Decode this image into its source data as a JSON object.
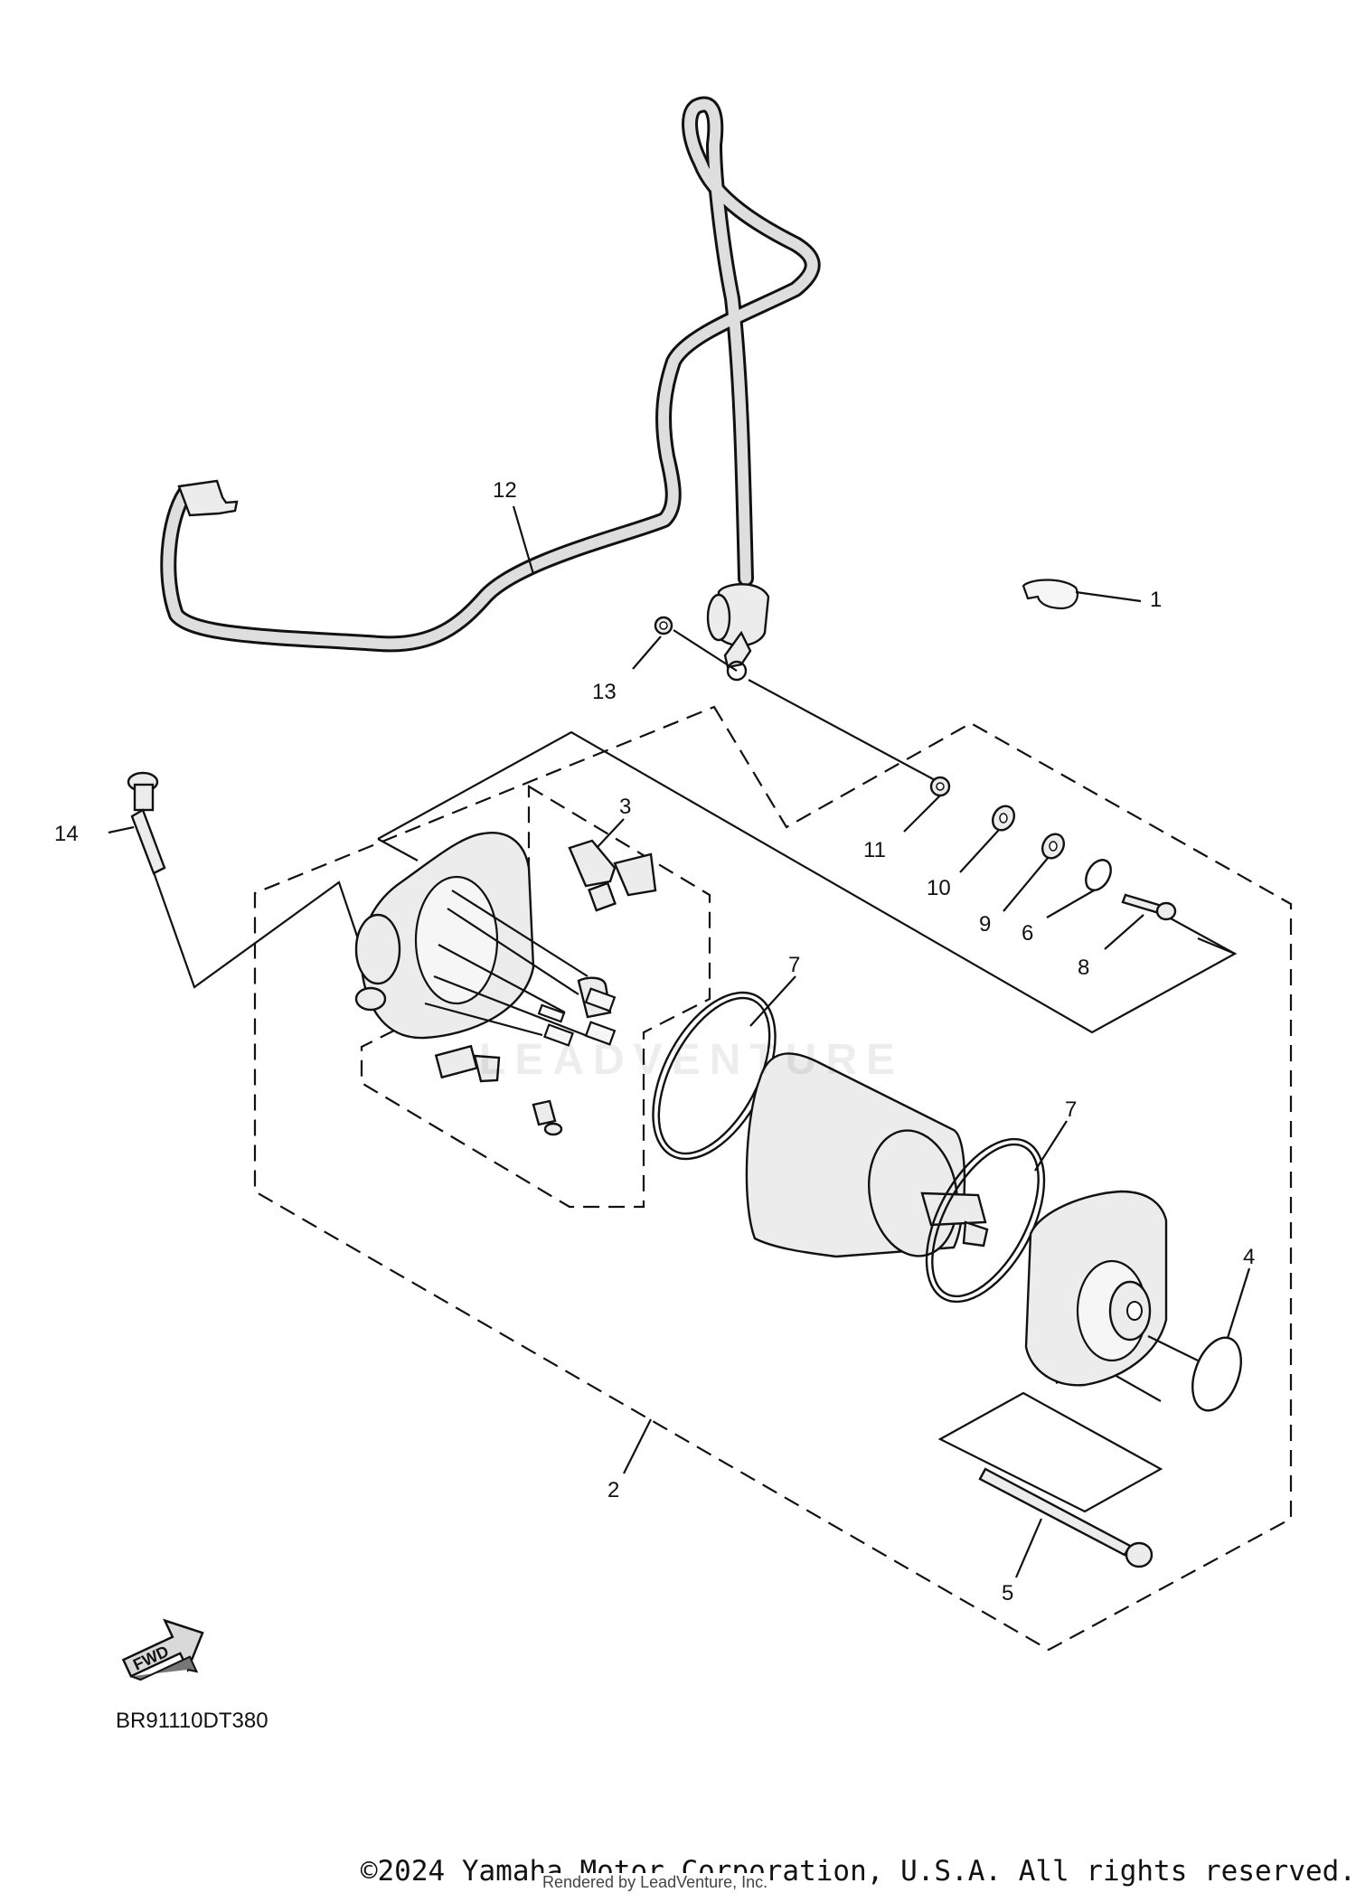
{
  "diagram_code": "BR91110DT380",
  "copyright": "©2024 Yamaha Motor Corporation, U.S.A. All rights reserved.",
  "rendered_by": "Rendered by LeadVenture, Inc.",
  "watermark_text": "LEADVENTURE",
  "fwd_label": "FWD",
  "callouts": {
    "c1": "1",
    "c2": "2",
    "c3": "3",
    "c4": "4",
    "c5": "5",
    "c6": "6",
    "c7a": "7",
    "c7b": "7",
    "c8": "8",
    "c9": "9",
    "c10": "10",
    "c11": "11",
    "c12": "12",
    "c13": "13",
    "c14": "14"
  },
  "icons": {
    "fwd": "fwd-arrow-icon"
  }
}
